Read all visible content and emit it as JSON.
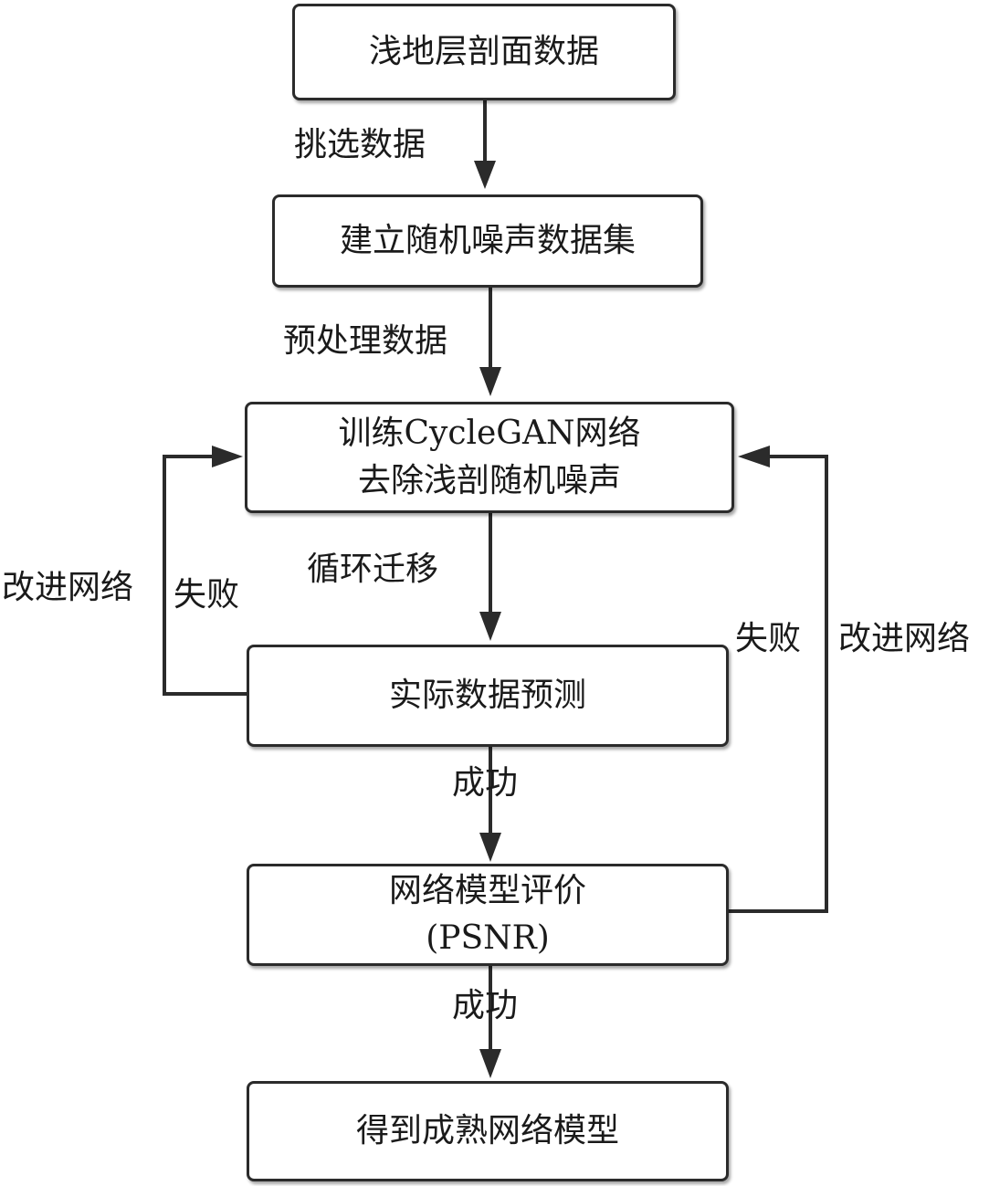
{
  "nodes": {
    "n1": {
      "lines": [
        "浅地层剖面数据"
      ]
    },
    "n2": {
      "lines": [
        "建立随机噪声数据集"
      ]
    },
    "n3": {
      "lines": [
        "训练CycleGAN网络",
        "去除浅剖随机噪声"
      ]
    },
    "n4": {
      "lines": [
        "实际数据预测"
      ]
    },
    "n5": {
      "lines": [
        "网络模型评价",
        "(PSNR)"
      ]
    },
    "n6": {
      "lines": [
        "得到成熟网络模型"
      ]
    }
  },
  "edges": {
    "e1": "挑选数据",
    "e2": "预处理数据",
    "e3": "循环迁移",
    "e4": "成功",
    "e5": "成功",
    "left_fail": "失败",
    "left_improve": "改进网络",
    "right_fail": "失败",
    "right_improve": "改进网络"
  },
  "colors": {
    "stroke": "#2b2b2b",
    "text": "#1a1a1a",
    "background": "#ffffff"
  }
}
